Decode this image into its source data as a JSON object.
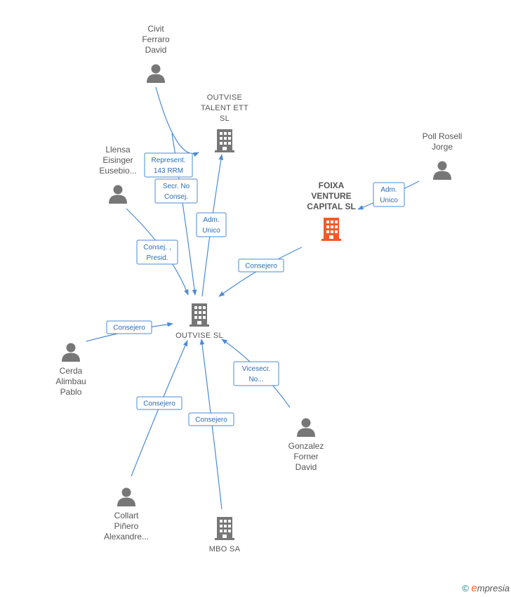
{
  "colors": {
    "edge": "#4a8bd6",
    "edge_text": "#2c6cb5",
    "person": "#777777",
    "company": "#777777",
    "highlight_company": "#f05a28",
    "label": "#555555"
  },
  "nodes": [
    {
      "id": "civit",
      "type": "person",
      "name": "civit-ferraro-david",
      "lines": [
        "Civit",
        "Ferraro",
        "David"
      ]
    },
    {
      "id": "llensa",
      "type": "person",
      "name": "llensa-eisinger-eusebio",
      "lines": [
        "Llensa",
        "Eisinger",
        "Eusebio..."
      ]
    },
    {
      "id": "talent",
      "type": "company",
      "name": "outvise-talent-ett-sl",
      "lines": [
        "OUTVISE",
        "TALENT ETT",
        "SL"
      ]
    },
    {
      "id": "poll",
      "type": "person",
      "name": "poll-rosell-jorge",
      "lines": [
        "Poll Rosell",
        "Jorge"
      ]
    },
    {
      "id": "foixa",
      "type": "company",
      "highlight": true,
      "name": "foixa-venture-capital-sl",
      "lines": [
        "FOIXA",
        "VENTURE",
        "CAPITAL  SL"
      ]
    },
    {
      "id": "outvise",
      "type": "company",
      "name": "outvise-sl",
      "lines": [
        "OUTVISE  SL"
      ]
    },
    {
      "id": "cerda",
      "type": "person",
      "name": "cerda-alimbau-pablo",
      "lines": [
        "Cerda",
        "Alimbau",
        "Pablo"
      ]
    },
    {
      "id": "gonzalez",
      "type": "person",
      "name": "gonzalez-forner-david",
      "lines": [
        "Gonzalez",
        "Forner",
        "David"
      ]
    },
    {
      "id": "collart",
      "type": "person",
      "name": "collart-pinero-alexandre",
      "lines": [
        "Collart",
        "Piñero",
        "Alexandre..."
      ]
    },
    {
      "id": "mbo",
      "type": "company",
      "name": "mbo-sa",
      "lines": [
        "MBO SA"
      ]
    }
  ],
  "edges": [
    {
      "from": "civit",
      "to": "talent",
      "lines": [
        "Represent.",
        "143 RRM"
      ]
    },
    {
      "from": "civit",
      "to": "outvise",
      "lines": [
        "Secr.  No",
        "Consej."
      ]
    },
    {
      "from": "outvise",
      "to": "talent",
      "lines": [
        "Adm.",
        "Unico"
      ]
    },
    {
      "from": "llensa",
      "to": "outvise",
      "lines": [
        "Consej. ,",
        "Presid."
      ]
    },
    {
      "from": "poll",
      "to": "foixa",
      "lines": [
        "Adm.",
        "Unico"
      ]
    },
    {
      "from": "foixa",
      "to": "outvise",
      "lines": [
        "Consejero"
      ]
    },
    {
      "from": "cerda",
      "to": "outvise",
      "lines": [
        "Consejero"
      ]
    },
    {
      "from": "gonzalez",
      "to": "outvise",
      "lines": [
        "Vicesecr.",
        "No..."
      ]
    },
    {
      "from": "collart",
      "to": "outvise",
      "lines": [
        "Consejero"
      ]
    },
    {
      "from": "mbo",
      "to": "outvise",
      "lines": [
        "Consejero"
      ]
    }
  ],
  "footer": {
    "symbol": "©",
    "brand_initial": "e",
    "brand_rest": "mpresia"
  }
}
